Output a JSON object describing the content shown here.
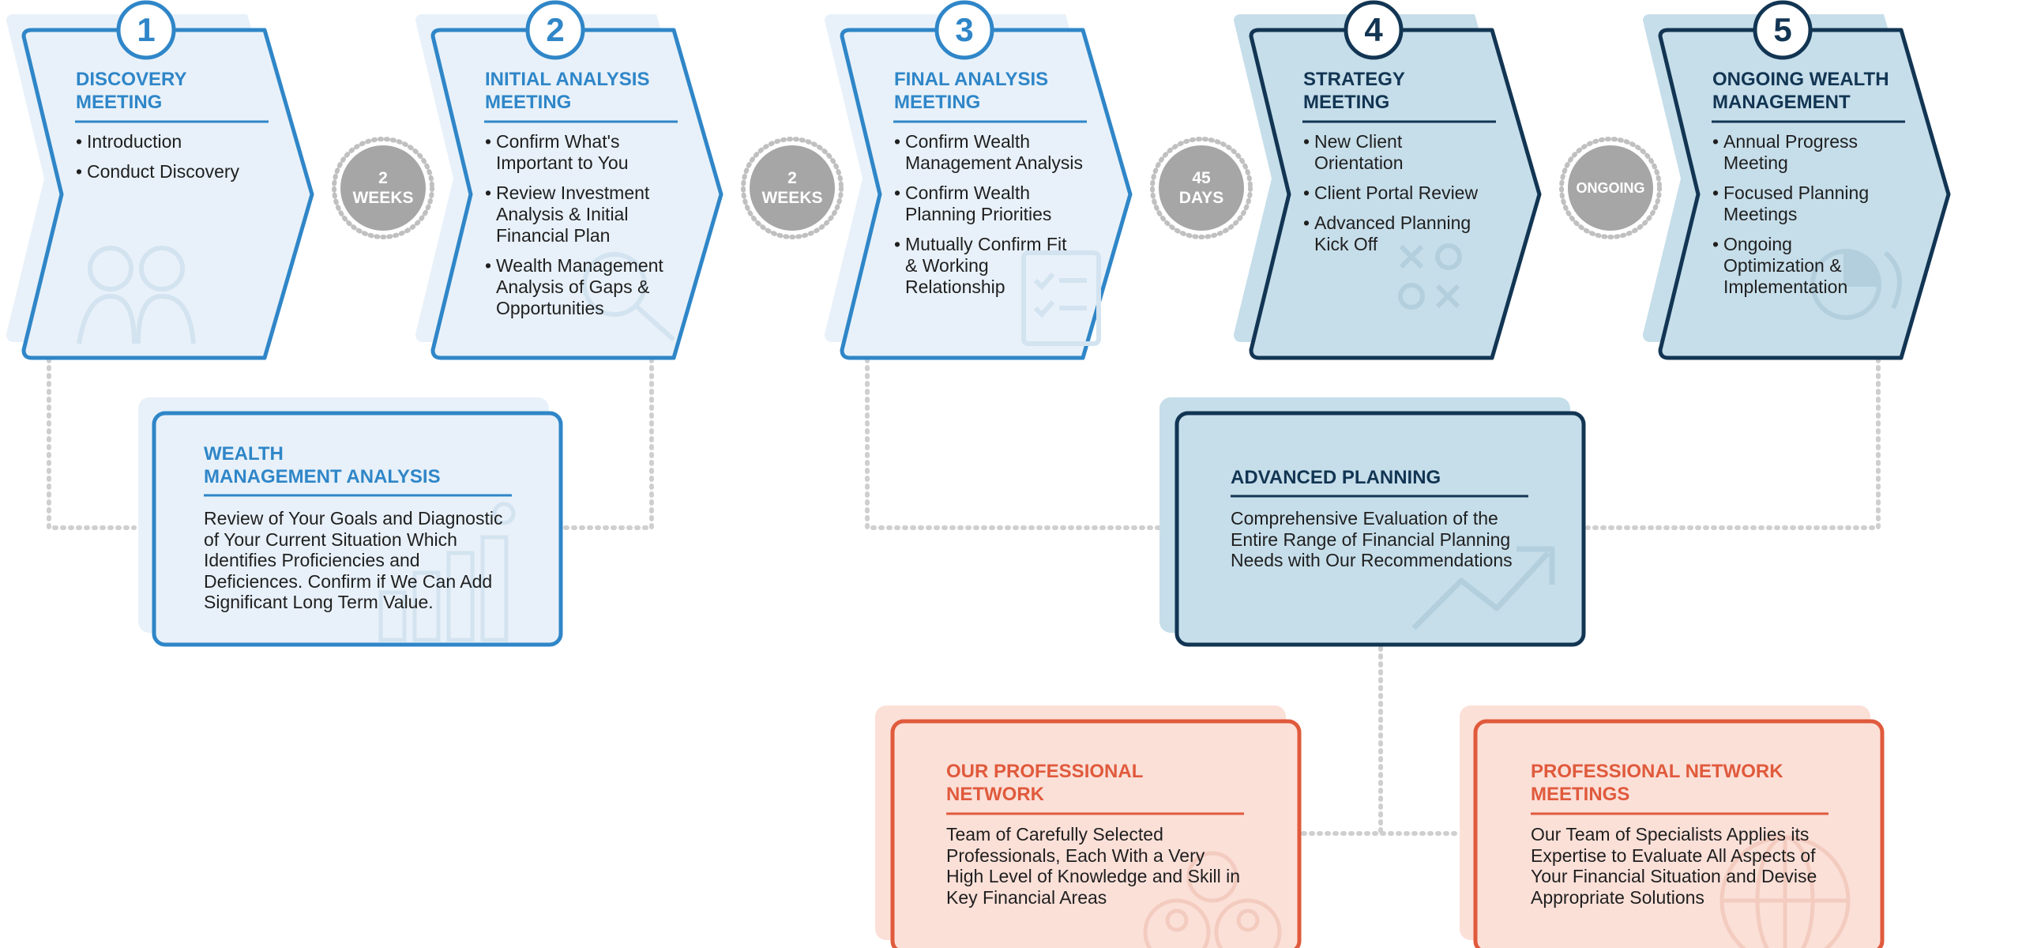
{
  "colors": {
    "light_blue": "#2f86c8",
    "dark_navy": "#123553",
    "light_fill": "#e8f1f9",
    "dark_fill": "#c6deea",
    "orange": "#e05a3c",
    "orange_fill": "#fbe0d8",
    "gray_circle": "#a6a6a6",
    "connector": "#d0d0d0"
  },
  "steps": [
    {
      "number": "1",
      "title": "DISCOVERY\nMEETING",
      "items": [
        "Introduction",
        "Conduct Discovery"
      ],
      "theme": "light",
      "icon": "people-icon"
    },
    {
      "number": "2",
      "title": "INITIAL ANALYSIS\nMEETING",
      "items": [
        "Confirm What's\nImportant to You",
        "Review Investment\nAnalysis & Initial\nFinancial Plan",
        "Wealth Management\nAnalysis of Gaps &\nOpportunities"
      ],
      "theme": "light",
      "icon": "magnifier-icon"
    },
    {
      "number": "3",
      "title": "FINAL ANALYSIS\nMEETING",
      "items": [
        "Confirm Wealth\nManagement Analysis",
        "Confirm Wealth\nPlanning Priorities",
        "Mutually Confirm Fit\n& Working\nRelationship"
      ],
      "theme": "light",
      "icon": "checklist-icon"
    },
    {
      "number": "4",
      "title": "STRATEGY\nMEETING",
      "items": [
        "New Client\nOrientation",
        "Client Portal Review",
        "Advanced Planning\nKick Off"
      ],
      "theme": "dark",
      "icon": "strategy-xo-icon"
    },
    {
      "number": "5",
      "title": "ONGOING WEALTH\nMANAGEMENT",
      "items": [
        "Annual Progress\nMeeting",
        "Focused Planning\nMeetings",
        "Ongoing\nOptimization &\nImplementation"
      ],
      "theme": "dark",
      "icon": "pie-cycle-icon"
    }
  ],
  "intervals": [
    "2\nWEEKS",
    "2\nWEEKS",
    "45\nDAYS",
    "ONGOING"
  ],
  "wealth_analysis": {
    "title": "WEALTH\nMANAGEMENT ANALYSIS",
    "body": "Review of Your Goals and Diagnostic of Your Current Situation Which Identifies Proficiencies and Deficiences. Confirm if We Can Add Significant Long Term Value.",
    "icon": "bar-chart-icon"
  },
  "advanced_planning": {
    "title": "ADVANCED PLANNING",
    "body": "Comprehensive Evaluation of the Entire Range of Financial Planning Needs with Our Recommendations",
    "icon": "trend-arrow-icon"
  },
  "professional_network": {
    "title": "OUR PROFESSIONAL\nNETWORK",
    "body": "Team of Carefully Selected Professionals, Each With a Very High Level of Knowledge and Skill in Key Financial Areas",
    "icon": "network-people-icon"
  },
  "network_meetings": {
    "title": "PROFESSIONAL NETWORK\nMEETINGS",
    "body": "Our Team of Specialists Applies its Expertise to Evaluate All Aspects of Your Financial Situation and Devise Appropriate Solutions",
    "icon": "globe-icon"
  }
}
